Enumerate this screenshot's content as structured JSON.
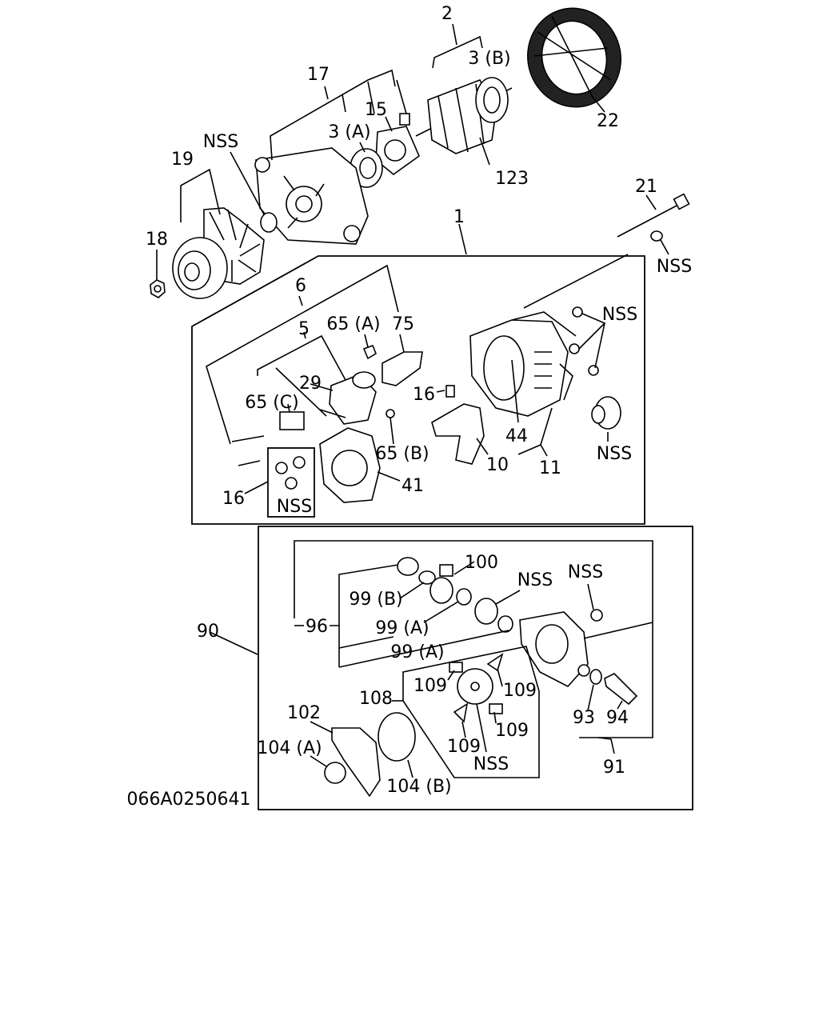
{
  "diagram_id": "066A0250641",
  "labels": {
    "l2": "2",
    "l3b": "3 (B)",
    "l22": "22",
    "l17": "17",
    "l15": "15",
    "l3a": "3 (A)",
    "l123": "123",
    "nss1": "NSS",
    "l19": "19",
    "l21": "21",
    "l1": "1",
    "l18": "18",
    "nss2": "NSS",
    "l6": "6",
    "l65a": "65 (A)",
    "l75": "75",
    "nss3": "NSS",
    "l5": "5",
    "l29": "29",
    "l16a": "16",
    "l65c": "65 (C)",
    "l44": "44",
    "l65b": "65 (B)",
    "nss4": "NSS",
    "l10": "10",
    "l11": "11",
    "l41": "41",
    "l16b": "16",
    "nss5": "NSS",
    "l100": "100",
    "nss6": "NSS",
    "nss7": "NSS",
    "l99b": "99 (B)",
    "l96": "96",
    "l99a1": "99 (A)",
    "l90": "90",
    "l99a2": "99 (A)",
    "l109a": "109",
    "l109b": "109",
    "l108": "108",
    "l102": "102",
    "l109c": "109",
    "l93": "93",
    "l94": "94",
    "l109d": "109",
    "l104a": "104 (A)",
    "nss8": "NSS",
    "l91": "91",
    "l104b": "104 (B)"
  }
}
